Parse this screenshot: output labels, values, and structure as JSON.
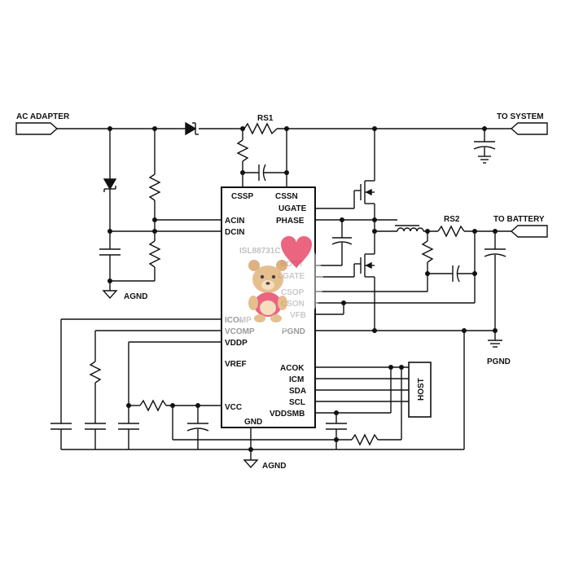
{
  "labels": {
    "ac_adapter": "AC ADAPTER",
    "to_system": "TO SYSTEM",
    "to_battery": "TO BATTERY",
    "rs1": "RS1",
    "rs2": "RS2",
    "agnd_top": "AGND",
    "agnd_bottom": "AGND",
    "pgnd": "PGND",
    "host": "HOST",
    "chip": "ISL88731C"
  },
  "left_pins": [
    {
      "key": "acin",
      "label": "ACIN"
    },
    {
      "key": "dcin",
      "label": "DCIN"
    },
    {
      "key": "icomp",
      "label": "ICOMP"
    },
    {
      "key": "vcomp",
      "label": "VCOMP"
    },
    {
      "key": "vddp",
      "label": "VDDP"
    },
    {
      "key": "vref",
      "label": "VREF"
    },
    {
      "key": "vcc",
      "label": "VCC"
    }
  ],
  "top_pins": [
    {
      "key": "cssp",
      "label": "CSSP"
    },
    {
      "key": "cssn",
      "label": "CSSN"
    }
  ],
  "right_pins": [
    {
      "key": "ugate",
      "label": "UGATE"
    },
    {
      "key": "phase",
      "label": "PHASE"
    },
    {
      "key": "boot",
      "label": "BOOT"
    },
    {
      "key": "lgate",
      "label": "LGATE"
    },
    {
      "key": "csop",
      "label": "CSOP"
    },
    {
      "key": "cson",
      "label": "CSON"
    },
    {
      "key": "vfb",
      "label": "VFB"
    },
    {
      "key": "pgnd",
      "label": "PGND"
    },
    {
      "key": "acok",
      "label": "ACOK"
    },
    {
      "key": "icm",
      "label": "ICM"
    },
    {
      "key": "sda",
      "label": "SDA"
    },
    {
      "key": "scl",
      "label": "SCL"
    },
    {
      "key": "vddsmb",
      "label": "VDDSMB"
    }
  ],
  "bottom_pins": [
    {
      "key": "gnd",
      "label": "GND"
    }
  ],
  "colors": {
    "wire": "#111111",
    "watermark_heart": "#e84a6a",
    "watermark_bear": "#d9a46a"
  }
}
